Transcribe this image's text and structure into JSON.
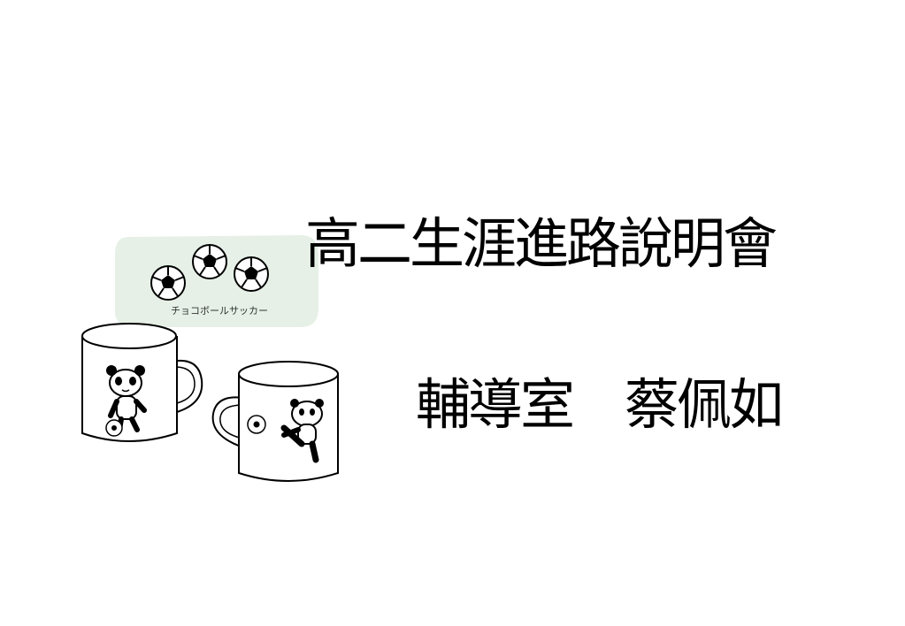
{
  "slide": {
    "title": "高二生涯進路說明會",
    "subtitle": "輔導室　蔡佩如"
  },
  "illustration": {
    "caption": "チョコボールサッカー",
    "bubble_color": "#e6f0e6"
  }
}
